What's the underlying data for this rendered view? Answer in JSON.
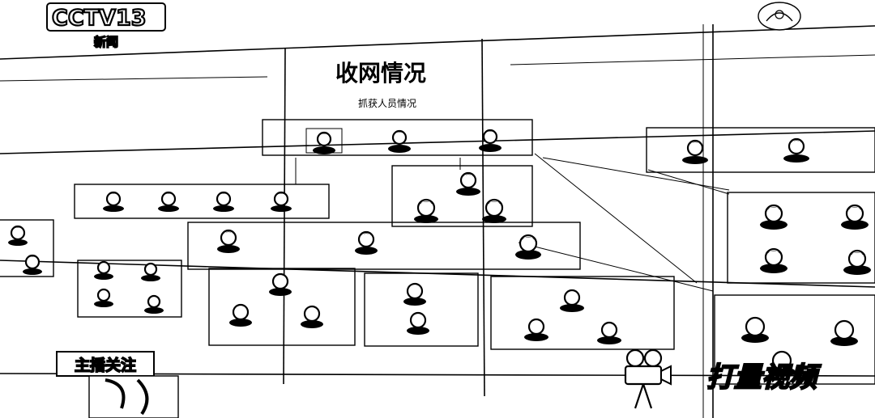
{
  "broadcast": {
    "channel_logo": "CCTV13",
    "channel_sub": "新闻",
    "program_tag": "主播关注",
    "brand_tag": "打量视频"
  },
  "board": {
    "title": "收网情况",
    "subtitle": "抓获人员情况"
  },
  "icons": {
    "channel": "cctv-logo-icon",
    "emblem": "police-emblem-icon",
    "camera": "movie-camera-icon"
  }
}
